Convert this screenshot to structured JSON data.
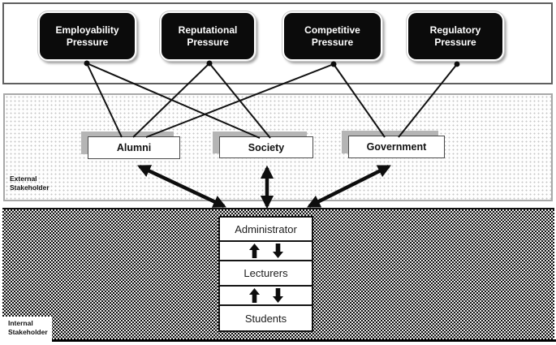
{
  "diagram": {
    "pressures": [
      {
        "id": "employability",
        "label": "Employability Pressure"
      },
      {
        "id": "reputational",
        "label": "Reputational Pressure"
      },
      {
        "id": "competitive",
        "label": "Competitive Pressure"
      },
      {
        "id": "regulatory",
        "label": "Regulatory Pressure"
      }
    ],
    "external_section": {
      "label": "External Stakeholder",
      "nodes": [
        {
          "id": "alumni",
          "label": "Alumni"
        },
        {
          "id": "society",
          "label": "Society"
        },
        {
          "id": "government",
          "label": "Government"
        }
      ]
    },
    "internal_section": {
      "label": "Internal Stakeholder",
      "nodes": [
        {
          "id": "administrator",
          "label": "Administrator"
        },
        {
          "id": "lecturers",
          "label": "Lecturers"
        },
        {
          "id": "students",
          "label": "Students"
        }
      ]
    },
    "edges": {
      "pressure_to_external": [
        {
          "from": "employability",
          "to": "alumni"
        },
        {
          "from": "employability",
          "to": "society"
        },
        {
          "from": "reputational",
          "to": "alumni"
        },
        {
          "from": "reputational",
          "to": "society"
        },
        {
          "from": "competitive",
          "to": "alumni"
        },
        {
          "from": "competitive",
          "to": "government"
        },
        {
          "from": "regulatory",
          "to": "government"
        }
      ],
      "external_to_internal": [
        {
          "from": "alumni",
          "to": "administrator",
          "style": "double-arrow"
        },
        {
          "from": "society",
          "to": "administrator",
          "style": "double-arrow"
        },
        {
          "from": "government",
          "to": "administrator",
          "style": "double-arrow"
        }
      ],
      "internal_chain": [
        {
          "between": [
            "administrator",
            "lecturers"
          ],
          "style": "up-down-arrows"
        },
        {
          "between": [
            "lecturers",
            "students"
          ],
          "style": "up-down-arrows"
        }
      ]
    },
    "colors": {
      "pressure_fill": "#0b0b0b",
      "pressure_text": "#ffffff",
      "node_border": "#4a4a4a",
      "node_shadow": "#b5b5b5",
      "line": "#111111"
    }
  }
}
